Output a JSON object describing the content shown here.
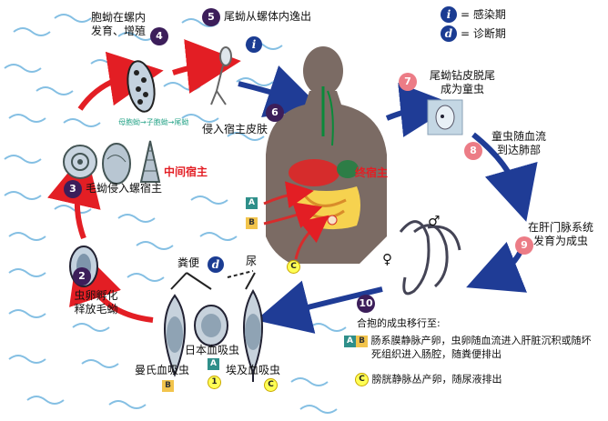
{
  "legend": {
    "infective_symbol": "i",
    "infective_label": "= 感染期",
    "diagnostic_symbol": "d",
    "diagnostic_label": "= 诊断期"
  },
  "steps": [
    {
      "num": "2",
      "text_line1": "虫卵孵化",
      "text_line2": "释放毛蚴"
    },
    {
      "num": "3",
      "text": "毛蚴侵入螺宿主"
    },
    {
      "num": "4",
      "text_line1": "胞蚴在螺内",
      "text_line2": "发育、增殖"
    },
    {
      "num": "5",
      "text": "尾蚴从螺体内逸出"
    },
    {
      "num": "6",
      "text": "侵入宿主皮肤"
    },
    {
      "num": "7",
      "text_line1": "尾蚴钻皮脱尾",
      "text_line2": "成为童虫"
    },
    {
      "num": "8",
      "text_line1": "童虫随血流",
      "text_line2": "到达肺部"
    },
    {
      "num": "9",
      "text_line1": "在肝门脉系统",
      "text_line2": "发育为成虫"
    },
    {
      "num": "10"
    }
  ],
  "sporocyst_chain": "母胞蚴→子胞蚴→尾蚴",
  "intermediate_host": "中间宿主",
  "definitive_host": "终宿主",
  "body_tags": {
    "a": "A",
    "b": "B",
    "c": "C"
  },
  "eggs": {
    "stool": "粪便",
    "urine": "尿",
    "mansoni": "曼氏血吸虫",
    "japonicum": "日本血吸虫",
    "haematobium": "埃及血吸虫",
    "tag_a": "A",
    "tag_b": "B",
    "tag_c": "C",
    "tag_one": "1"
  },
  "migration": {
    "title": "合抱的成虫移行至:",
    "ab_line1": "肠系膜静脉产卵，虫卵随血流进入肝脏沉积或随坏",
    "ab_line2": "死组织进入肠腔，随粪便排出",
    "c_line": "膀胱静脉丛产卵，随尿液排出"
  },
  "colors": {
    "red_arrow": "#e31e24",
    "blue_arrow": "#1f3c96",
    "number_dark": "#3c1e5a",
    "number_pink": "#ec7c86",
    "legend_badge": "#1b3c92",
    "tag_a": "#2f8f8a",
    "tag_b": "#f2c44c",
    "tag_c": "#ffff55",
    "water": "#6fb4df"
  }
}
